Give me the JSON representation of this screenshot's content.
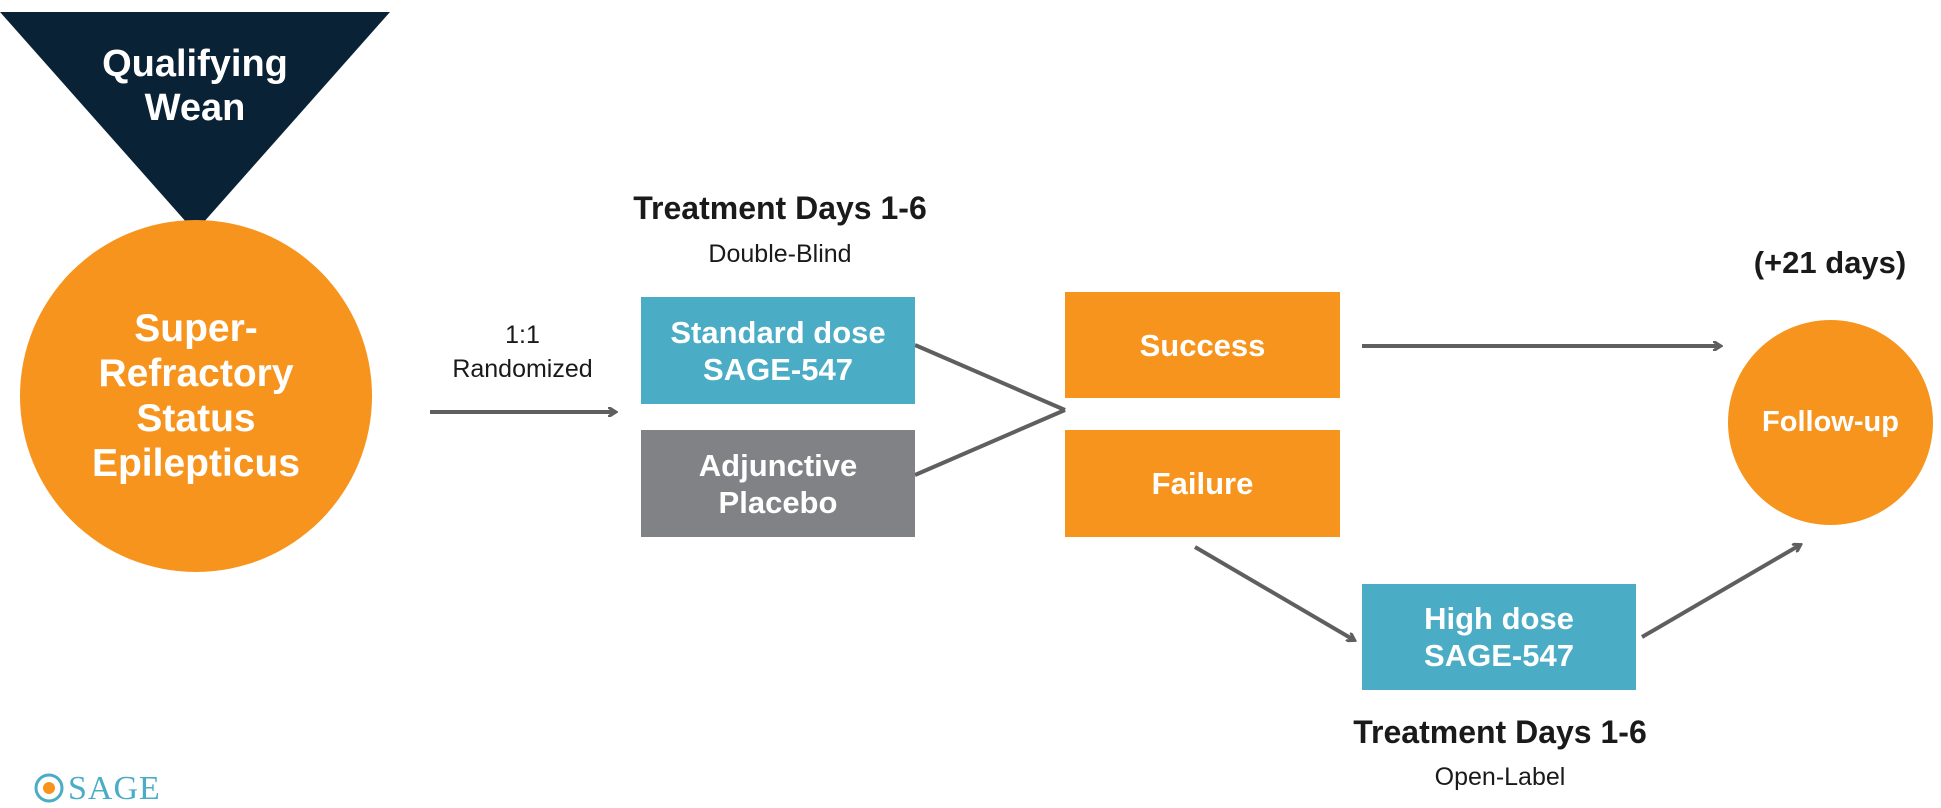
{
  "colors": {
    "navy": "#0a2235",
    "orange": "#f7941d",
    "teal": "#4bacc6",
    "gray": "#808285",
    "arrow": "#5f5f5f"
  },
  "triangle": {
    "label": "Qualifying\nWean"
  },
  "start_circle": {
    "label": "Super-\nRefractory\nStatus\nEpilepticus"
  },
  "randomization": {
    "label": "1:1\nRandomized"
  },
  "double_blind": {
    "title": "Treatment Days 1-6",
    "subtitle": "Double-Blind"
  },
  "arms": {
    "standard": "Standard dose\nSAGE-547",
    "placebo": "Adjunctive\nPlacebo"
  },
  "outcomes": {
    "success": "Success",
    "failure": "Failure"
  },
  "high_dose": {
    "label": "High dose\nSAGE-547"
  },
  "open_label": {
    "title": "Treatment Days 1-6",
    "subtitle": "Open-Label"
  },
  "followup": {
    "duration": "(+21 days)",
    "label": "Follow-up"
  },
  "logo": {
    "text": "SAGE",
    "icon": "sage-logo-icon"
  }
}
